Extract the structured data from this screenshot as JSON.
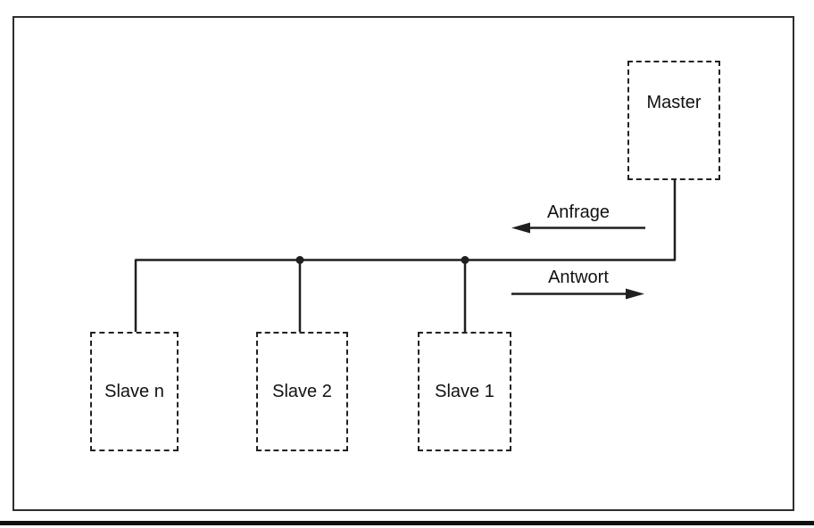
{
  "diagram": {
    "nodes": {
      "master": {
        "label": "Master"
      },
      "slave_n": {
        "label": "Slave n"
      },
      "slave_2": {
        "label": "Slave 2"
      },
      "slave_1": {
        "label": "Slave 1"
      }
    },
    "arrows": {
      "request": {
        "label": "Anfrage",
        "direction": "left"
      },
      "response": {
        "label": "Antwort",
        "direction": "right"
      }
    },
    "colors": {
      "line": "#1f1f1f",
      "text": "#111111",
      "frame_border": "#2e2e2e",
      "footer_rule": "#101010",
      "background": "#ffffff"
    }
  }
}
